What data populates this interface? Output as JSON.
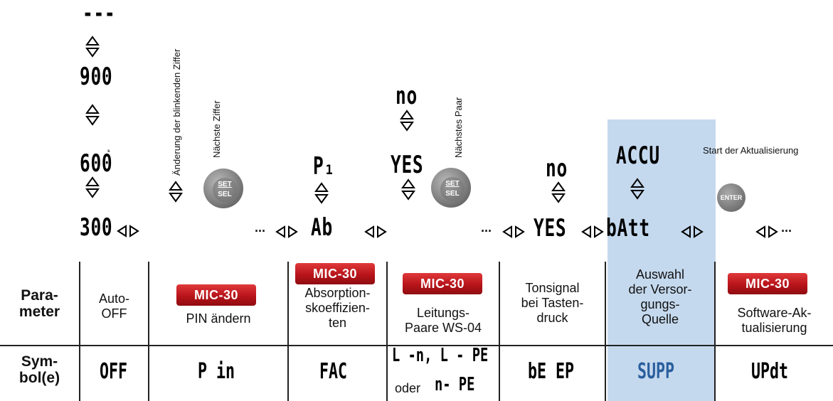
{
  "autooff": {
    "dashes": "---",
    "v900": "900",
    "v600": "600",
    "v300": "300",
    "unit": "s"
  },
  "pin": {
    "label_change_digit": "Änderung der blinkenden Ziffer",
    "label_next_digit": "Nächste Ziffer"
  },
  "absorption": {
    "top": "P₁",
    "bottom": "Ab"
  },
  "pairs": {
    "top": "no",
    "mid": "YES",
    "label_next_pair": "Nächstes Paar"
  },
  "beep": {
    "top": "no",
    "bottom": "YES"
  },
  "supply": {
    "top": "ACCU",
    "bottom": "bAtt"
  },
  "update": {
    "label_start": "Start der Aktualisierung"
  },
  "buttons": {
    "set": "SET",
    "sel": "SEL",
    "enter": "ENTER"
  },
  "ellipsis": "···",
  "table": {
    "param_header": "Para-\nmeter",
    "symbol_header": "Sym-\nbol(e)",
    "badge": "MIC-30",
    "params": [
      "Auto-\nOFF",
      "PIN ändern",
      "Absorption-\nskoeffizien-\nten",
      "Leitungs-\nPaare WS-04",
      "Tonsignal\nbei Tasten-\ndruck",
      "Auswahl\nder Versor-\ngungs-\nQuelle",
      "Software-Ak-\ntualisierung"
    ],
    "symbols": [
      "OFF",
      "P in",
      "FAC",
      "L -n, L - PE",
      "oder",
      "n- PE",
      "bE EP",
      "SUPP",
      "UPdt"
    ]
  },
  "colors": {
    "highlight": "#c5d9ee",
    "badge": "#c41e24"
  }
}
